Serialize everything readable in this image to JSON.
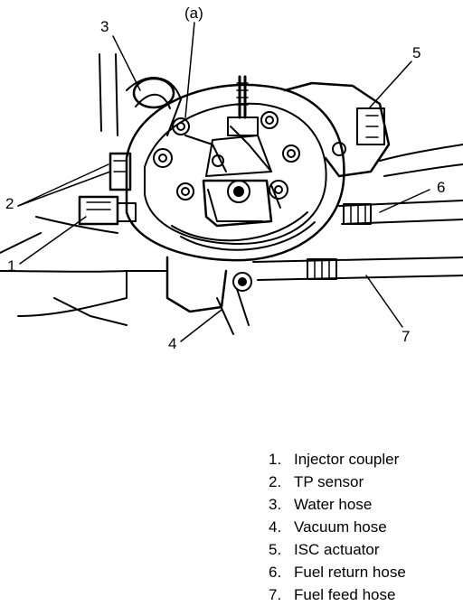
{
  "callouts": {
    "a": "(a)",
    "c1": "1",
    "c2": "2",
    "c3": "3",
    "c4": "4",
    "c5": "5",
    "c6": "6",
    "c7": "7"
  },
  "legend": [
    {
      "num": "1.",
      "label": "Injector coupler"
    },
    {
      "num": "2.",
      "label": "TP sensor"
    },
    {
      "num": "3.",
      "label": "Water hose"
    },
    {
      "num": "4.",
      "label": "Vacuum hose"
    },
    {
      "num": "5.",
      "label": "ISC actuator"
    },
    {
      "num": "6.",
      "label": "Fuel return hose"
    },
    {
      "num": "7.",
      "label": "Fuel feed hose"
    }
  ]
}
